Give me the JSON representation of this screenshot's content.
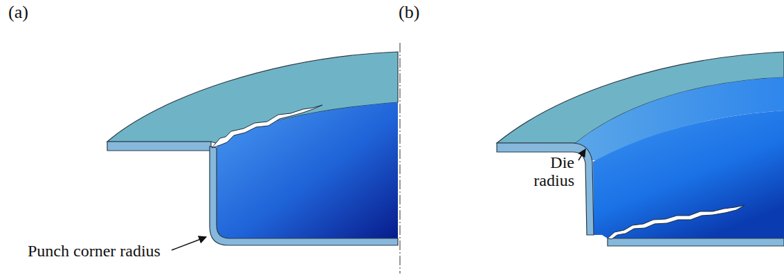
{
  "diagram": {
    "labels": [
      "(a)",
      "(b)",
      "Punch corner radius",
      "Die radius"
    ]
  }
}
